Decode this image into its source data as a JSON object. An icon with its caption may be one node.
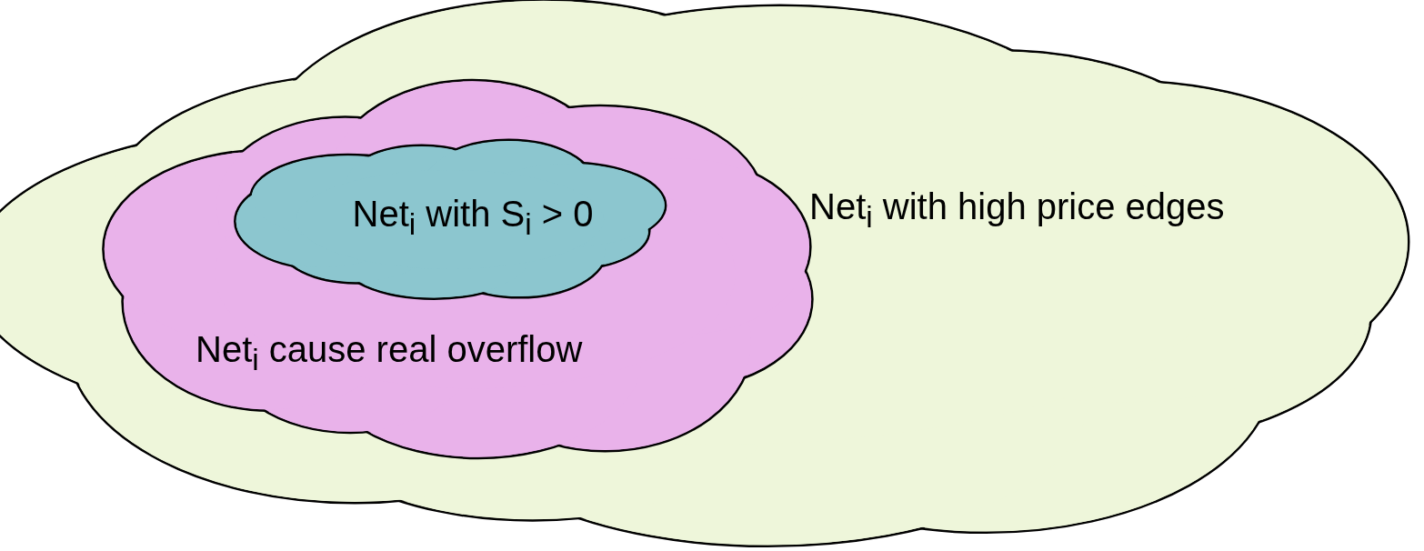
{
  "diagram": {
    "nodes": [
      {
        "text": [
          "Net$_{i}$ with high price edges"
        ]
      },
      {
        "text": [
          "Net$_{i}$ cause real overflow"
        ],
        "in": 0
      },
      {
        "text": [
          "Net$_{i}$ with S$_{i}$ > 0"
        ],
        "in": 1
      }
    ]
  }
}
